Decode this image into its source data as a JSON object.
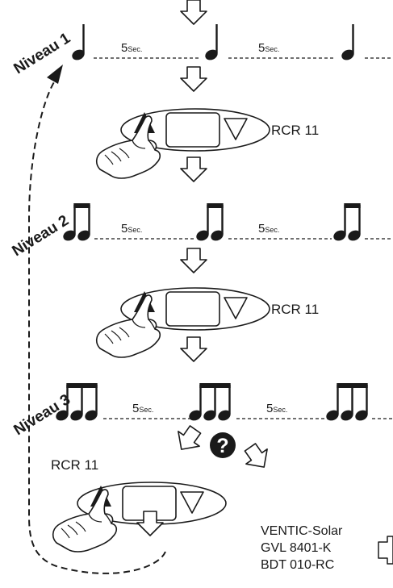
{
  "levels": [
    {
      "label": "Niveau 1"
    },
    {
      "label": "Niveau 2"
    },
    {
      "label": "Niveau 3"
    }
  ],
  "interval": {
    "number": "5",
    "unit": "Sec."
  },
  "remote": {
    "label": "RCR 11"
  },
  "question_glyph": "?",
  "devices": [
    "VENTIC-Solar",
    "GVL 8401-K",
    "BDT 010-RC"
  ],
  "icons": {
    "note": "eighth-note-icon",
    "double_note": "beamed-double-note-icon",
    "triple_note": "beamed-triple-note-icon",
    "hand": "pointing-hand-icon",
    "arrow": "hollow-arrow-icon",
    "question": "question-circle-icon"
  },
  "colors": {
    "ink": "#1a1a1a",
    "background": "#ffffff"
  }
}
